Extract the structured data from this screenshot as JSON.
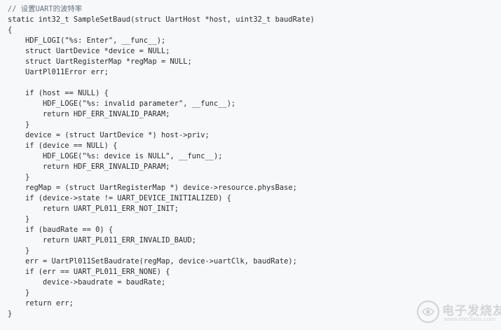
{
  "code": {
    "lines": [
      "// 设置UART的波特率",
      "static int32_t SampleSetBaud(struct UartHost *host, uint32_t baudRate)",
      "{",
      "    HDF_LOGI(\"%s: Enter\", __func__);",
      "    struct UartDevice *device = NULL;",
      "    struct UartRegisterMap *regMap = NULL;",
      "    UartPl011Error err;",
      "",
      "    if (host == NULL) {",
      "        HDF_LOGE(\"%s: invalid parameter\", __func__);",
      "        return HDF_ERR_INVALID_PARAM;",
      "    }",
      "    device = (struct UartDevice *) host->priv;",
      "    if (device == NULL) {",
      "        HDF_LOGE(\"%s: device is NULL\", __func__);",
      "        return HDF_ERR_INVALID_PARAM;",
      "    }",
      "    regMap = (struct UartRegisterMap *) device->resource.physBase;",
      "    if (device->state != UART_DEVICE_INITIALIZED) {",
      "        return UART_PL011_ERR_NOT_INIT;",
      "    }",
      "    if (baudRate == 0) {",
      "        return UART_PL011_ERR_INVALID_BAUD;",
      "    }",
      "    err = UartPl011SetBaudrate(regMap, device->uartClk, baudRate);",
      "    if (err == UART_PL011_ERR_NONE) {",
      "        device->baudrate = baudRate;",
      "    }",
      "    return err;",
      "}"
    ]
  },
  "watermark": {
    "logo_text": "电子发烧友",
    "url": "www.elecfans.com",
    "color": "#b8b8b8"
  }
}
